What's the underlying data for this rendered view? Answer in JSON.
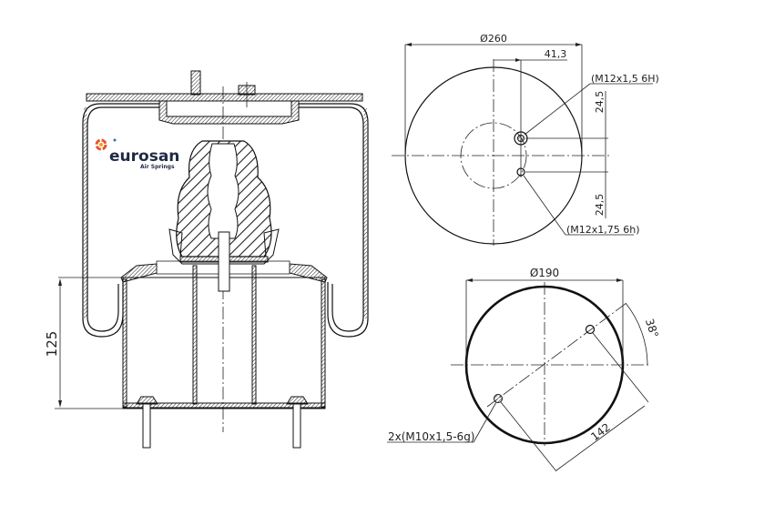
{
  "logo": {
    "brand": "eurosan",
    "tagline": "Air Springs",
    "colors": {
      "text": "#1f2a44",
      "mark": "#e8562a"
    }
  },
  "side_view": {
    "height_dim": "125"
  },
  "top_view": {
    "diameter": "Ø260",
    "offset": "41,3",
    "spacing_upper": "24,5",
    "spacing_lower": "24,5",
    "thread_upper": "(M12x1,5 6H)",
    "thread_lower": "(M12x1,75 6h)"
  },
  "bottom_view": {
    "diameter": "Ø190",
    "angle": "38°",
    "bolt_distance": "142",
    "thread": "2x(M10x1,5-6g)"
  }
}
